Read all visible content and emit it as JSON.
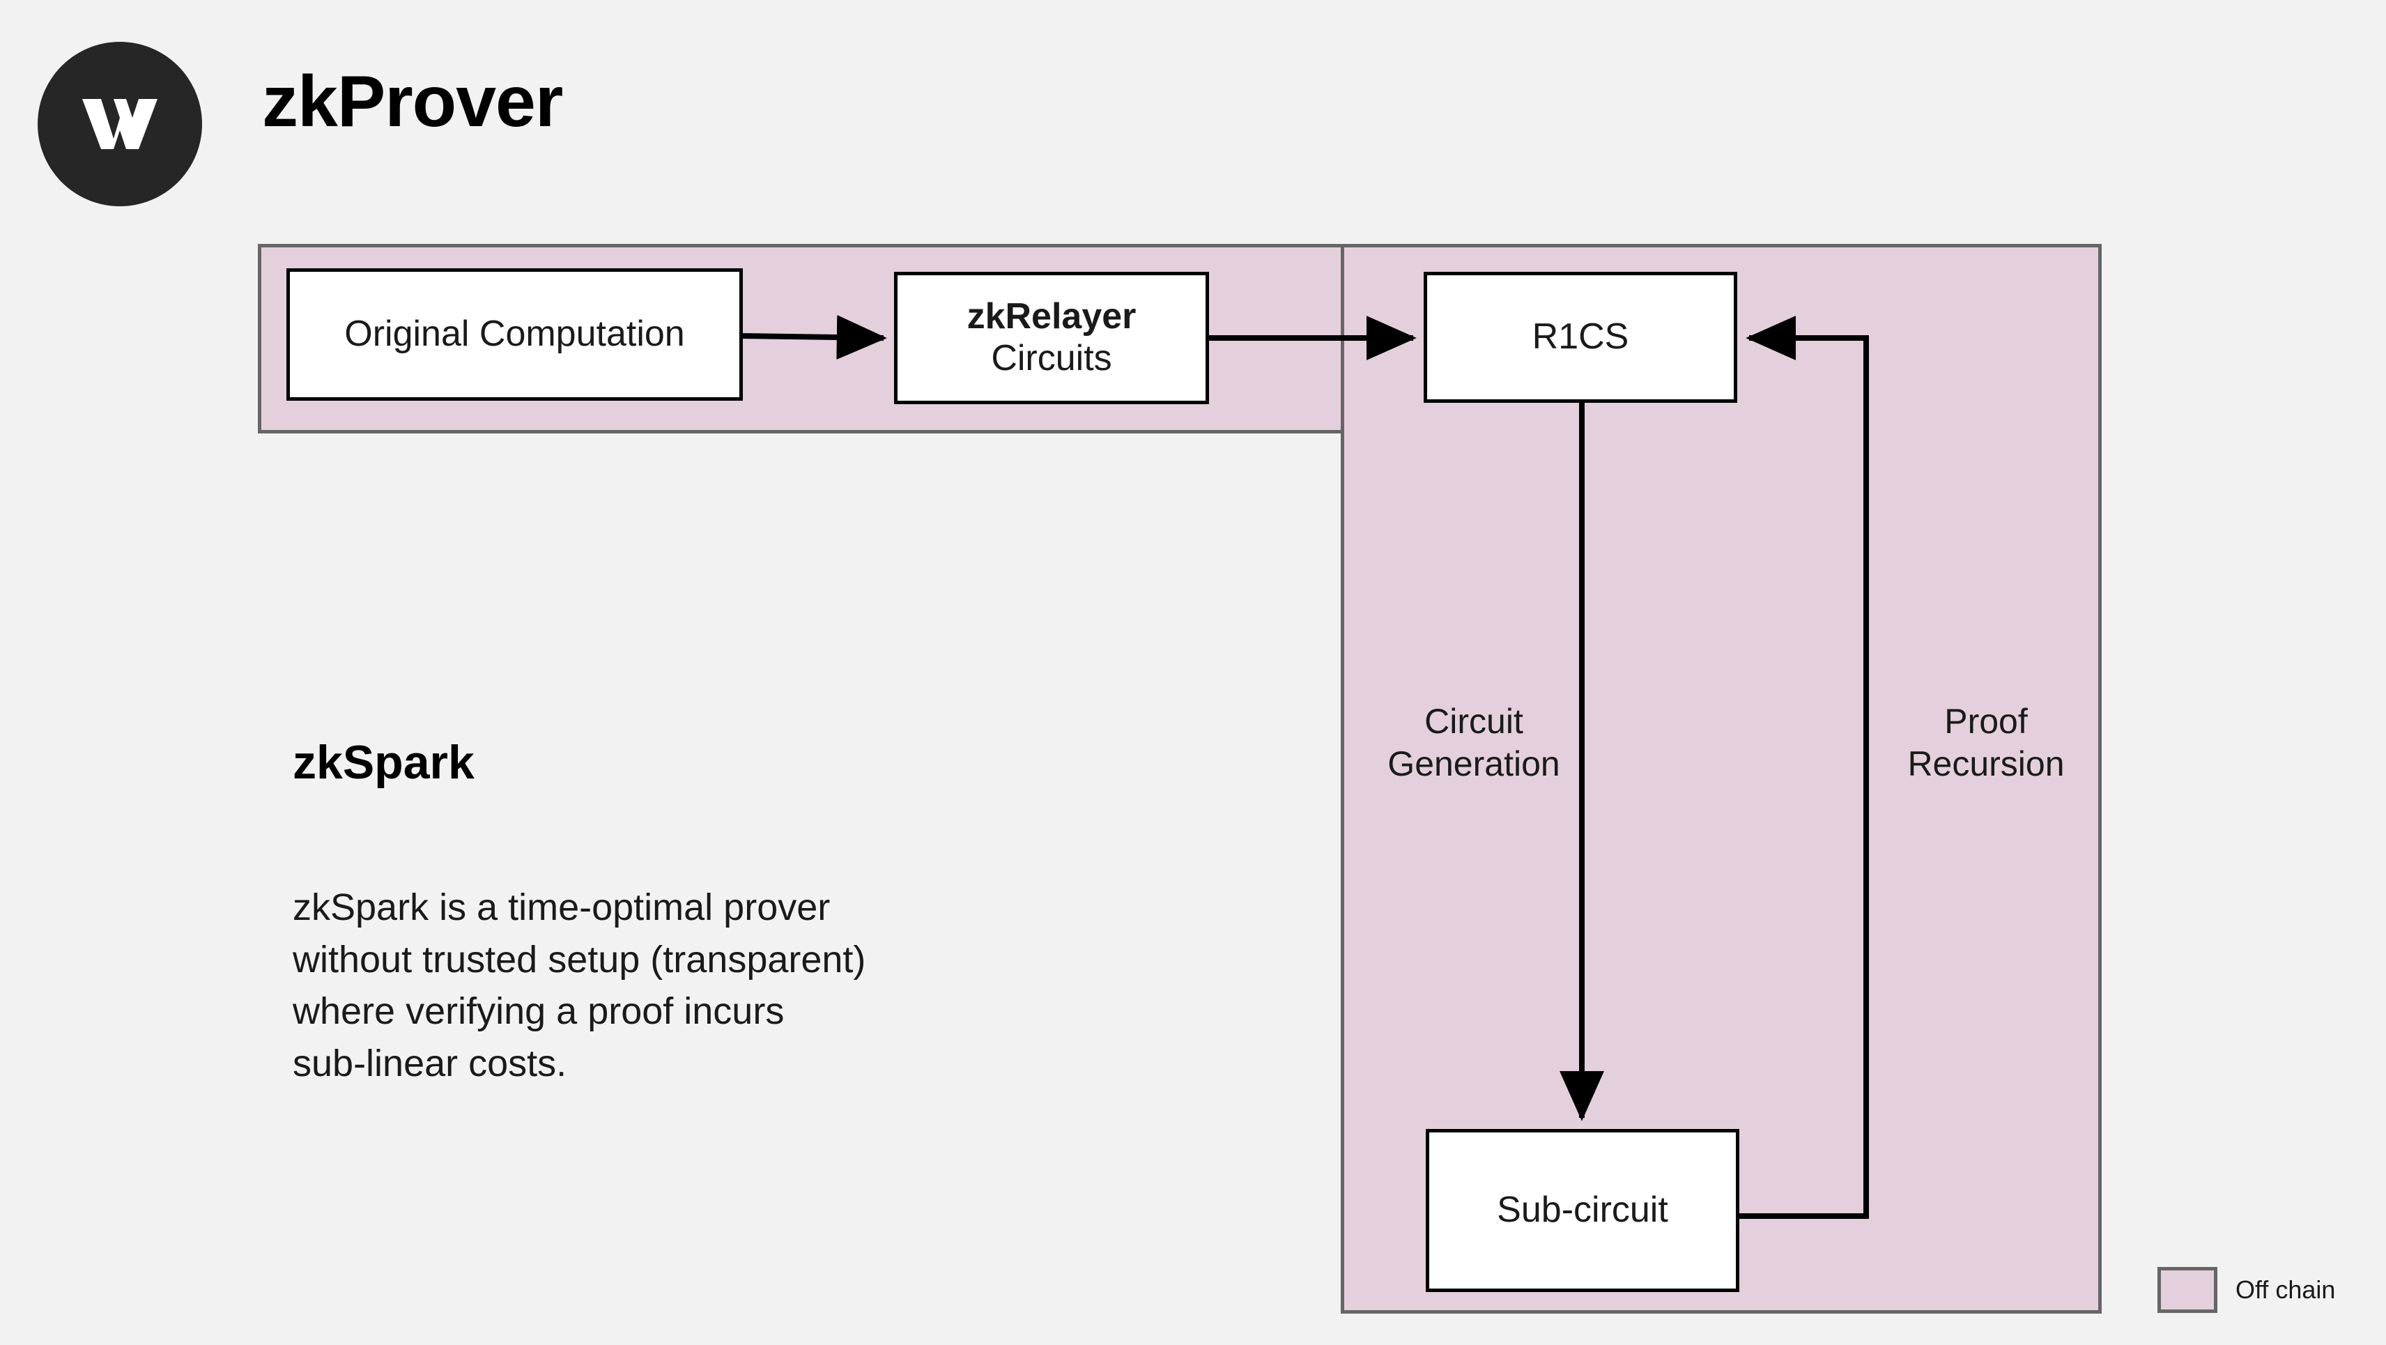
{
  "header": {
    "logo_icon": "w-monogram-logo-icon",
    "title": "zkProver"
  },
  "colors": {
    "background": "#f2f2f2",
    "offchain_fill": "#e4d0dc",
    "offchain_border": "#666666",
    "box_fill": "#ffffff",
    "box_border": "#000000",
    "logo_circle": "#262626",
    "text": "#1a1a1a"
  },
  "diagram": {
    "nodes": [
      {
        "id": "original",
        "label": "Original Computation"
      },
      {
        "id": "relayer",
        "label_bold": "zkRelayer",
        "label_sub": "Circuits"
      },
      {
        "id": "r1cs",
        "label": "R1CS"
      },
      {
        "id": "subcircuit",
        "label": "Sub-circuit"
      }
    ],
    "edges": [
      {
        "from": "original",
        "to": "relayer",
        "label": ""
      },
      {
        "from": "relayer",
        "to": "r1cs",
        "label": ""
      },
      {
        "from": "r1cs",
        "to": "subcircuit",
        "label": "Circuit\nGeneration"
      },
      {
        "from": "subcircuit",
        "to": "r1cs",
        "label": "Proof\nRecursion"
      }
    ],
    "edge_labels": {
      "circuit_generation": "Circuit\nGeneration",
      "proof_recursion": "Proof\nRecursion"
    }
  },
  "description": {
    "heading": "zkSpark",
    "body": "zkSpark is a time-optimal prover\nwithout trusted setup (transparent)\nwhere verifying a proof incurs\nsub-linear costs."
  },
  "legend": {
    "items": [
      {
        "label": "Off chain",
        "color": "#e4d0dc"
      }
    ]
  }
}
